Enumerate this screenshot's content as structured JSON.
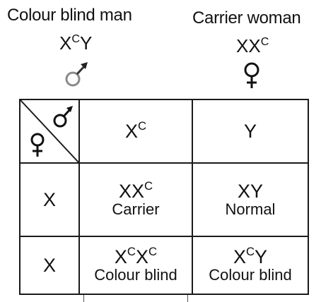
{
  "parents": {
    "male": {
      "label": "Colour blind man",
      "genotype_base": "X",
      "genotype_sup": "C",
      "genotype_tail": "Y",
      "symbol": "male-symbol"
    },
    "female": {
      "label": "Carrier woman",
      "genotype_base": "XX",
      "genotype_sup": "C",
      "symbol": "female-symbol"
    }
  },
  "punnett": {
    "male_gametes": [
      {
        "base": "X",
        "sup": "C",
        "tail": ""
      },
      {
        "base": "Y",
        "sup": "",
        "tail": ""
      }
    ],
    "female_gametes": [
      "X",
      "X"
    ],
    "offspring": [
      [
        {
          "g1": "XX",
          "s1": "C",
          "g2": "",
          "s2": "",
          "g3": "",
          "phenotype": "Carrier"
        },
        {
          "g1": "XY",
          "s1": "",
          "g2": "",
          "s2": "",
          "g3": "",
          "phenotype": "Normal"
        }
      ],
      [
        {
          "g1": "X",
          "s1": "C",
          "g2": "X",
          "s2": "C",
          "g3": "",
          "phenotype": "Colour blind"
        },
        {
          "g1": "X",
          "s1": "C",
          "g2": "Y",
          "s2": "",
          "g3": "",
          "phenotype": "Colour blind"
        }
      ]
    ]
  },
  "colors": {
    "ink": "#111111",
    "male_symbol_grey": "#8a8a8a"
  }
}
